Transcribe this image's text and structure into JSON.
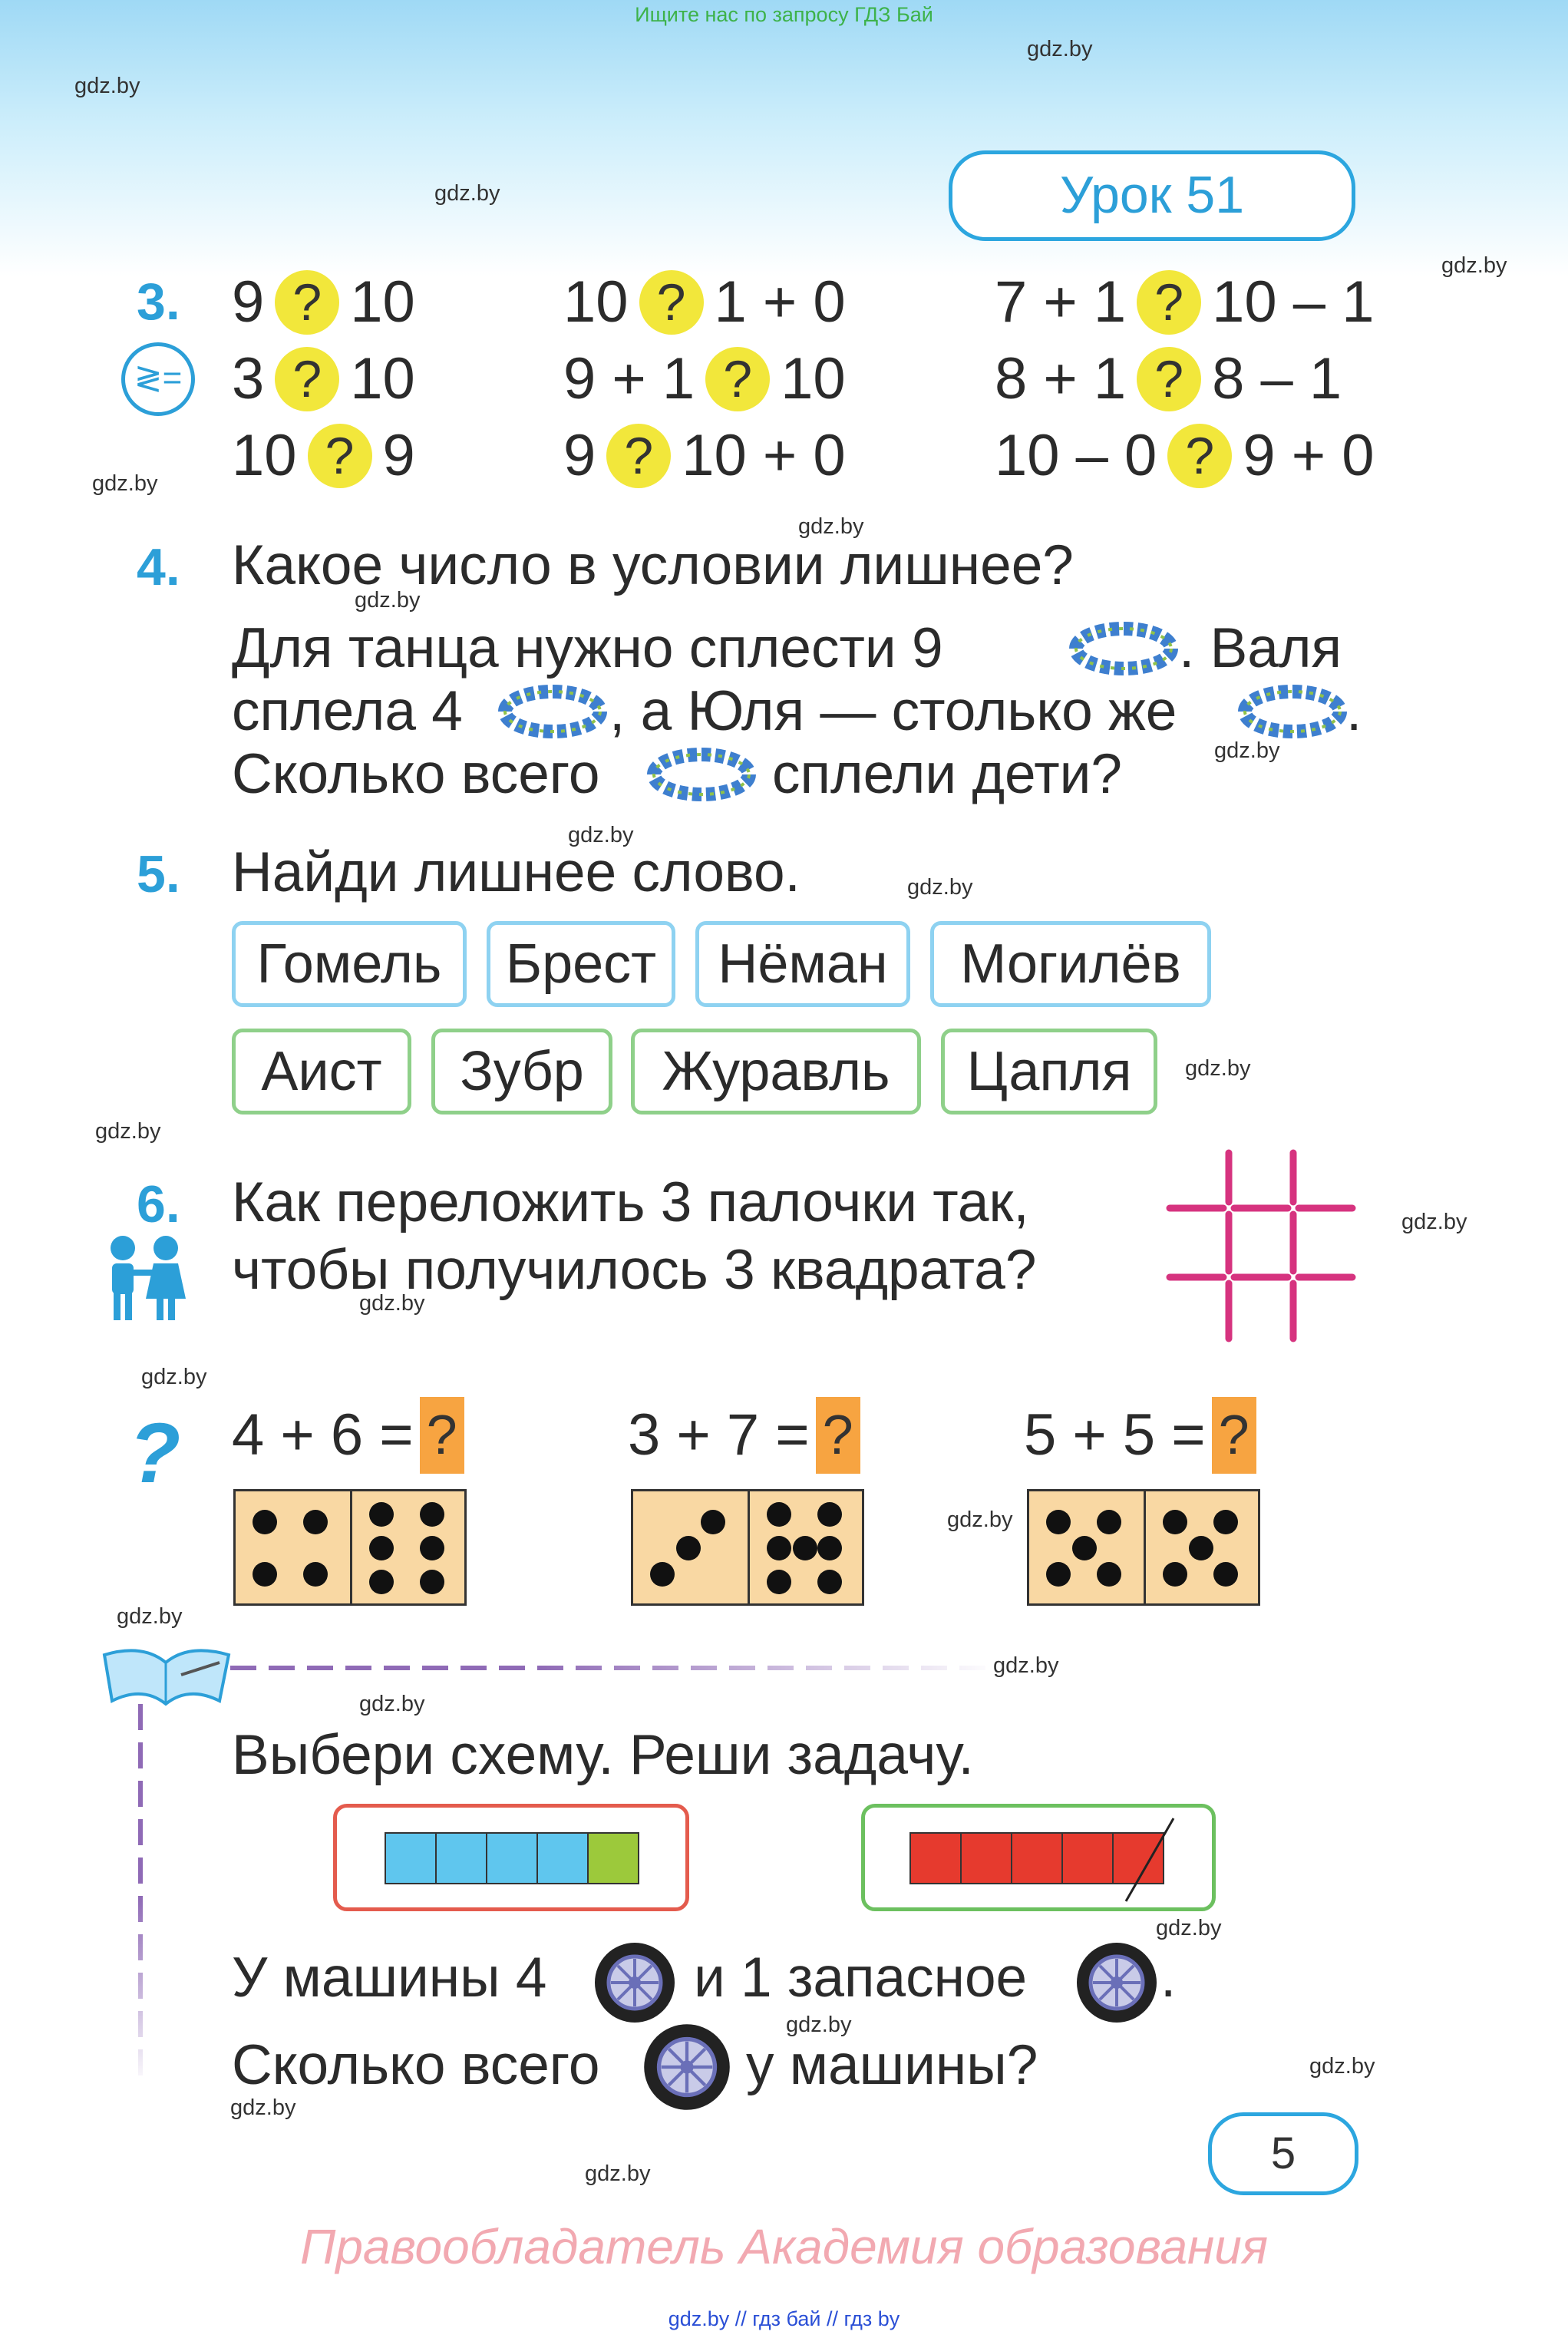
{
  "banner": "Ищите нас по запросу ГДЗ Бай",
  "watermark": "gdz.by",
  "lesson_title": "Урок 51",
  "task3": {
    "number": "3.",
    "icon_symbol": "≷=",
    "rows": [
      [
        [
          "9",
          "10"
        ],
        [
          "10",
          "1 + 0"
        ],
        [
          "7 + 1",
          "10 – 1"
        ]
      ],
      [
        [
          "3",
          "10"
        ],
        [
          "9 + 1",
          "10"
        ],
        [
          "8 + 1",
          "8 – 1"
        ]
      ],
      [
        [
          "10",
          "9"
        ],
        [
          "9",
          "10 + 0"
        ],
        [
          "10 – 0",
          "9 + 0"
        ]
      ]
    ],
    "marker": "?"
  },
  "task4": {
    "number": "4.",
    "question": "Какое число в условии лишнее?",
    "line1a": "Для танца нужно сплести 9",
    "line1b": ". Валя",
    "line2a": "сплела 4",
    "line2b": ", а Юля — столько же",
    "line2c": ".",
    "line3a": "Сколько всего",
    "line3b": "сплели дети?"
  },
  "task5": {
    "number": "5.",
    "question": "Найди лишнее слово.",
    "row1": [
      "Гомель",
      "Брест",
      "Нёман",
      "Могилёв"
    ],
    "row2": [
      "Аист",
      "Зубр",
      "Журавль",
      "Цапля"
    ]
  },
  "task6": {
    "number": "6.",
    "line1": "Как переложить 3 палочки так,",
    "line2": "чтобы получилось 3 квадрата?"
  },
  "puzzle": {
    "icon_symbol": "?",
    "equations": [
      "4 + 6 =",
      "3 + 7 =",
      "5 + 5 ="
    ],
    "marker": "?",
    "dominoes": [
      [
        4,
        6
      ],
      [
        3,
        7
      ],
      [
        5,
        5
      ]
    ]
  },
  "problem": {
    "heading": "Выбери схему. Реши задачу.",
    "line1a": "У машины 4",
    "line1b": "и 1 запасное",
    "line1c": ".",
    "line2a": "Сколько всего",
    "line2b": "у машины?"
  },
  "colors": {
    "accent": "#2c9fd8",
    "question_circle": "#f2e73b",
    "question_box": "#f7a441",
    "domino": "#f9d8a3",
    "scheme1_cell": "#5fc6ee",
    "scheme1_last": "#9cc93b",
    "scheme2_cell": "#e63a2e"
  },
  "page_number": "5",
  "rights": "Правообладатель Академия образования",
  "footer": "gdz.by  //  гдз бай  //  гдз by"
}
